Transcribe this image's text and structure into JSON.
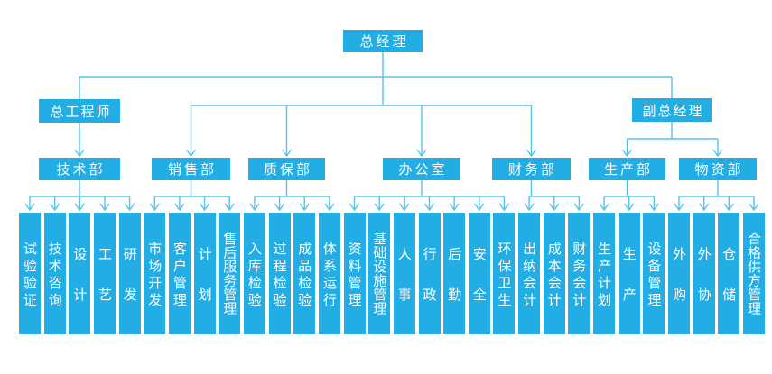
{
  "org_chart": {
    "root": {
      "label": "总经理"
    },
    "level2": [
      {
        "label": "总工程师"
      },
      {
        "label": "副总经理"
      }
    ],
    "departments": [
      {
        "label": "技术部",
        "children": [
          "试验验证",
          "技术咨询",
          "设计",
          "工艺",
          "研发"
        ]
      },
      {
        "label": "销售部",
        "children": [
          "市场开发",
          "客户管理",
          "计划",
          "售后服务管理"
        ]
      },
      {
        "label": "质保部",
        "children": [
          "入库检验",
          "过程检验",
          "成品检验",
          "体系运行"
        ]
      },
      {
        "label": "办公室",
        "children": [
          "资料管理",
          "基础设施管理",
          "人事",
          "行政",
          "后勤",
          "安全",
          "环保卫生"
        ]
      },
      {
        "label": "财务部",
        "children": [
          "出纳会计",
          "成本会计",
          "财务会计"
        ]
      },
      {
        "label": "生产部",
        "children": [
          "生产计划",
          "生产",
          "设备管理"
        ]
      },
      {
        "label": "物资部",
        "children": [
          "外购",
          "外协",
          "仓储",
          "合格供方管理"
        ]
      }
    ],
    "colors": {
      "box_fill": "#22aee5",
      "connector_line": "#55c3ec",
      "text": "#ffffff"
    }
  }
}
